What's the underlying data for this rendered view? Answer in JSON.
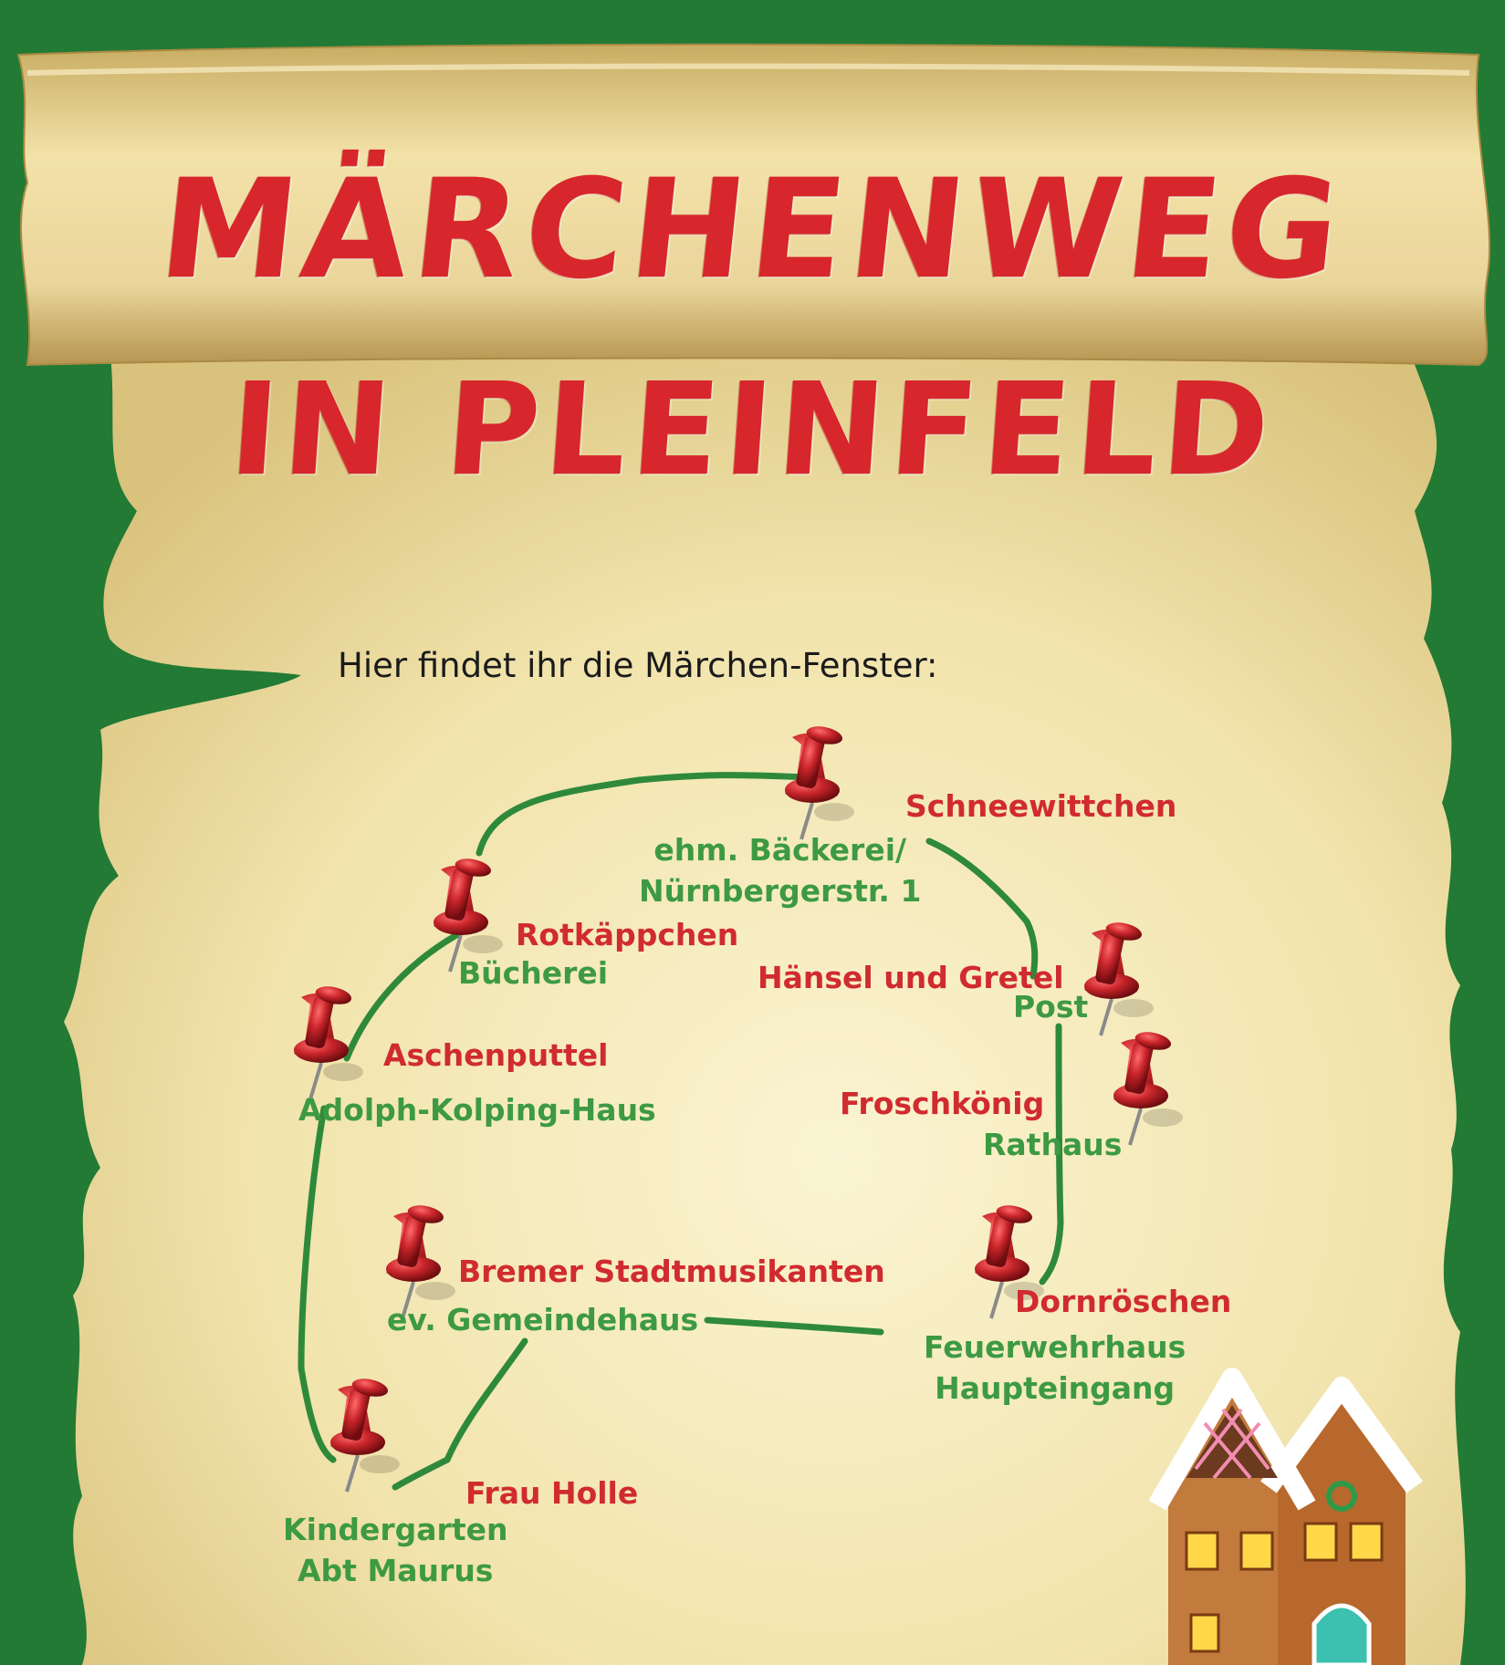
{
  "title": {
    "line1": "MÄRCHENWEG",
    "line2": "IN PLEINFELD"
  },
  "intro": "Hier findet ihr die Märchen-Fenster:",
  "stops": [
    {
      "tale": "Schneewittchen",
      "place": "ehm. Bäckerei/\nNürnbergerstr. 1"
    },
    {
      "tale": "Rotkäppchen",
      "place": "Bücherei"
    },
    {
      "tale": "Hänsel und Gretel",
      "place": "Post"
    },
    {
      "tale": "Aschenputtel",
      "place": "Adolph-Kolping-Haus"
    },
    {
      "tale": "Froschkönig",
      "place": "Rathaus"
    },
    {
      "tale": "Bremer Stadtmusikanten",
      "place": "ev. Gemeindehaus"
    },
    {
      "tale": "Dornröschen",
      "place": "Feuerwehrhaus\nHaupteingang"
    },
    {
      "tale": "Frau Holle",
      "place": "Kindergarten\nAbt Maurus"
    }
  ],
  "colors": {
    "background": "#227a34",
    "parchment": "#f3e6b0",
    "path": "#2e8a3a",
    "tale_text": "#d02b2f",
    "place_text": "#3d9a43",
    "pin": "#b81d22"
  },
  "icons": [
    "push-pin-icon",
    "gingerbread-house-icon"
  ]
}
